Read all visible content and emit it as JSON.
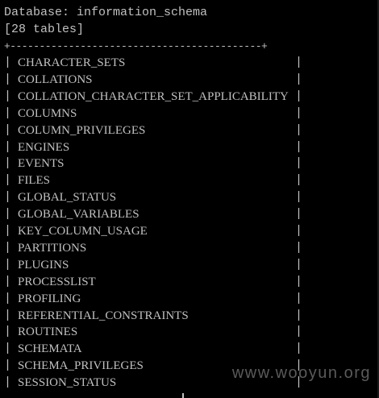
{
  "terminal": {
    "database_line": "Database: information_schema",
    "tables_count_line": "[28 tables]",
    "border": "+-------------------------------------------+",
    "tables": [
      "CHARACTER_SETS",
      "COLLATIONS",
      "COLLATION_CHARACTER_SET_APPLICABILITY",
      "COLUMNS",
      "COLUMN_PRIVILEGES",
      "ENGINES",
      "EVENTS",
      "FILES",
      "GLOBAL_STATUS",
      "GLOBAL_VARIABLES",
      "KEY_COLUMN_USAGE",
      "PARTITIONS",
      "PLUGINS",
      "PROCESSLIST",
      "PROFILING",
      "REFERENTIAL_CONSTRAINTS",
      "ROUTINES",
      "SCHEMATA",
      "SCHEMA_PRIVILEGES",
      "SESSION_STATUS"
    ],
    "pipe": "|"
  },
  "watermark": {
    "text": "www.wooyun.org"
  },
  "colors": {
    "background": "#000000",
    "foreground": "#c0c0c0",
    "watermark": "#6a6a6a"
  }
}
